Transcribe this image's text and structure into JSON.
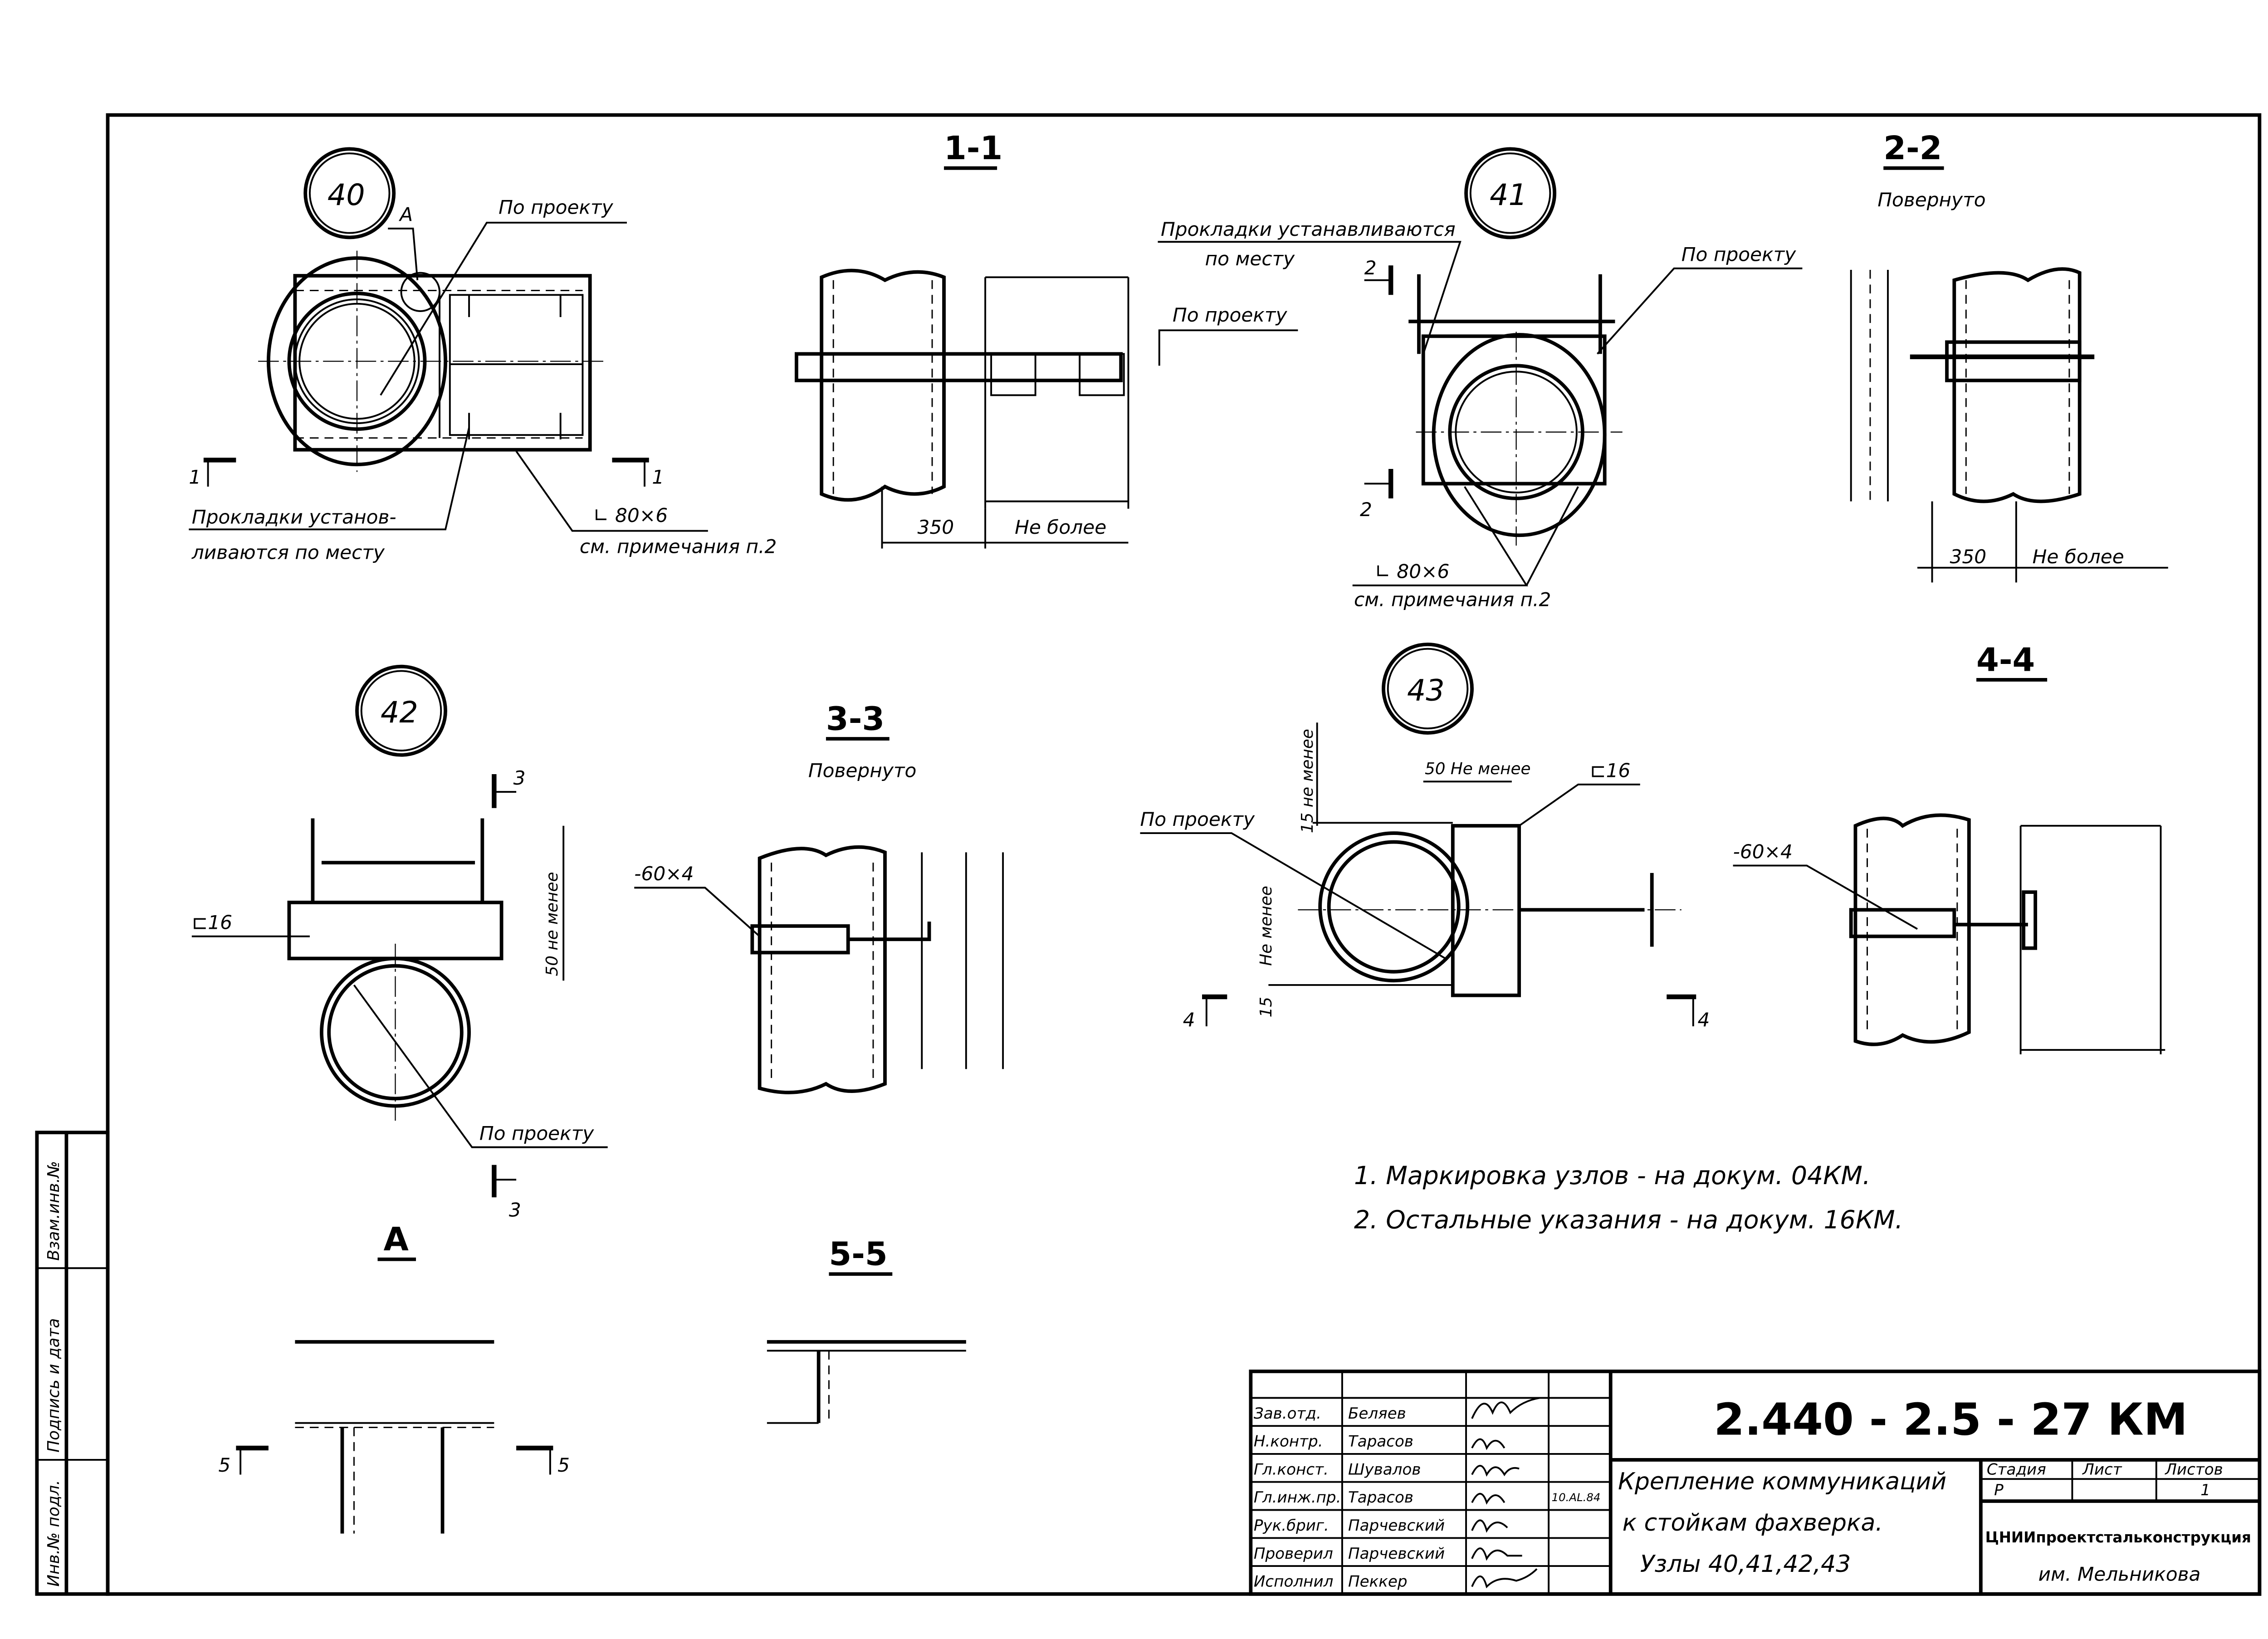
{
  "sheet": {
    "side_stamp": [
      "Инв.№ подл.",
      "Подпись и дата",
      "Взам.инв.№"
    ]
  },
  "node40": {
    "number": "40",
    "callout_a": "А",
    "by_project": "По проекту",
    "pads_line1": "Прокладки установ-",
    "pads_line2": "ливаются по месту",
    "angle": "∟ 80×6",
    "see_note": "см. примечания п.2",
    "section_mark": "1"
  },
  "section11": {
    "title": "1-1",
    "by_project": "По проекту",
    "dim_350": "350",
    "not_more": "Не более"
  },
  "node41": {
    "number": "41",
    "pads_line1": "Прокладки устанавливаются",
    "pads_line2": "по месту",
    "by_project": "По проекту",
    "angle": "∟ 80×6",
    "see_note": "см. примечания п.2",
    "section_mark": "2"
  },
  "section22": {
    "title": "2-2",
    "subtitle": "Повернуто",
    "dim_350": "350",
    "not_more": "Не более"
  },
  "node42": {
    "number": "42",
    "channel": "⊏16",
    "dim": "50 не менее",
    "by_project": "По проекту",
    "section_mark": "3"
  },
  "section33": {
    "title": "3-3",
    "subtitle": "Повернуто",
    "strip": "-60×4"
  },
  "node43": {
    "number": "43",
    "dim_top": "15 не менее",
    "dim_50": "50 Не менее",
    "channel": "⊏16",
    "by_project": "По проекту",
    "dim_side": "Не менее",
    "dim_15": "15",
    "section_mark": "4"
  },
  "section44": {
    "title": "4-4",
    "strip": "-60×4"
  },
  "view_a": {
    "title": "А",
    "section_mark": "5"
  },
  "section55": {
    "title": "5-5"
  },
  "notes": [
    "1.  Маркировка  узлов - на докум. 04КМ.",
    "2.  Остальные    указания - на докум. 16КМ."
  ],
  "title_block": {
    "code": "2.440 - 2.5 - 27 КМ",
    "rows": [
      {
        "role": "Зав.отд.",
        "name": "Беляев",
        "date": ""
      },
      {
        "role": "Н.контр.",
        "name": "Тарасов",
        "date": ""
      },
      {
        "role": "Гл.конст.",
        "name": "Шувалов",
        "date": ""
      },
      {
        "role": "Гл.инж.пр.",
        "name": "Тарасов",
        "date": "10.AL.84"
      },
      {
        "role": "Рук.бриг.",
        "name": "Парчевский",
        "date": ""
      },
      {
        "role": "Проверил",
        "name": "Парчевский",
        "date": ""
      },
      {
        "role": "Исполнил",
        "name": "Пеккер",
        "date": ""
      }
    ],
    "title_line1": "Крепление коммуникаций",
    "title_line2": "к стойкам фахверка.",
    "title_line3": "Узлы 40,41,42,43",
    "stage_label": "Стадия",
    "sheet_label": "Лист",
    "sheets_label": "Листов",
    "stage_value": "Р",
    "sheet_value": "",
    "sheets_value": "1",
    "org_line1": "ЦНИИпроектстальконструкция",
    "org_line2": "им. Мельникова"
  }
}
